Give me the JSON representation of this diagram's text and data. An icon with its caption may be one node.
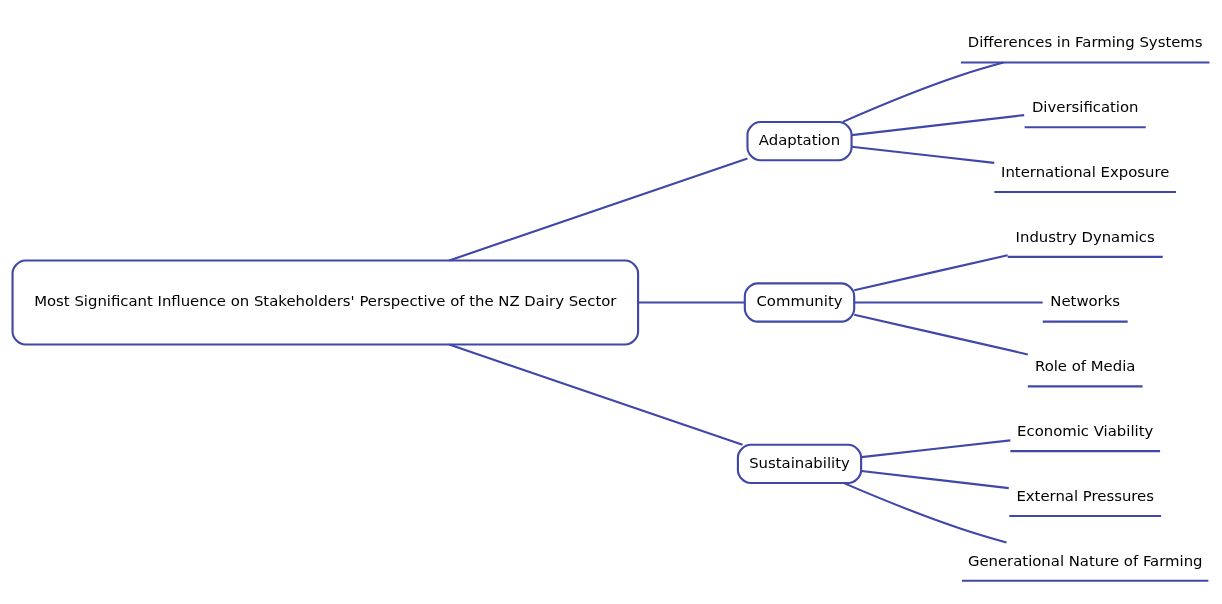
{
  "diagram": {
    "nodes": [
      {
        "text": [
          "Most Significant Influence on Stakeholders' Perspective of the NZ Dairy Sector"
        ]
      },
      {
        "text": [
          "Adaptation"
        ]
      },
      {
        "text": [
          "Community"
        ]
      },
      {
        "text": [
          "Sustainability"
        ]
      },
      {
        "text": [
          "Differences in Farming Systems"
        ]
      },
      {
        "text": [
          "Diversification"
        ]
      },
      {
        "text": [
          "International Exposure"
        ]
      },
      {
        "text": [
          "Industry Dynamics"
        ]
      },
      {
        "text": [
          "Networks"
        ]
      },
      {
        "text": [
          "Role of Media"
        ]
      },
      {
        "text": [
          "Economic Viability"
        ]
      },
      {
        "text": [
          "External Pressures"
        ]
      },
      {
        "text": [
          "Generational Nature of Farming"
        ]
      }
    ],
    "edges": [
      {
        "from": 0,
        "to": 1,
        "arrow": "none"
      },
      {
        "from": 0,
        "to": 2,
        "arrow": "none"
      },
      {
        "from": 0,
        "to": 3,
        "arrow": "none"
      },
      {
        "from": 1,
        "to": 4,
        "arrow": "none"
      },
      {
        "from": 1,
        "to": 5,
        "arrow": "none"
      },
      {
        "from": 1,
        "to": 6,
        "arrow": "none"
      },
      {
        "from": 2,
        "to": 7,
        "arrow": "none"
      },
      {
        "from": 2,
        "to": 8,
        "arrow": "none"
      },
      {
        "from": 2,
        "to": 9,
        "arrow": "none"
      },
      {
        "from": 3,
        "to": 10,
        "arrow": "none"
      },
      {
        "from": 3,
        "to": 11,
        "arrow": "none"
      },
      {
        "from": 3,
        "to": 12,
        "arrow": "none"
      }
    ]
  }
}
